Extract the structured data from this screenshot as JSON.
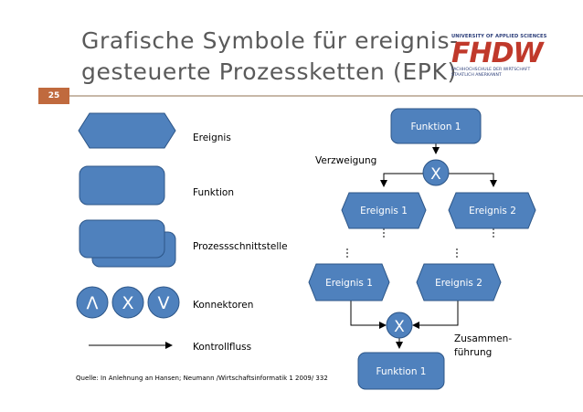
{
  "slide": {
    "title_line1": "Grafische Symbole für ereignis-",
    "title_line2": "gesteuerte Prozessketten (EPK)",
    "page_number": "25",
    "source": "Quelle: In Anlehnung an Hansen; Neumann /Wirtschaftsinformatik 1 2009/ 332"
  },
  "logo": {
    "top_text": "UNIVERSITY OF APPLIED SCIENCES",
    "mark": "FHDW",
    "sub_line1": "FACHHOCHSCHULE DER WIRTSCHAFT",
    "sub_line2": "STAATLICH ANERKANNT"
  },
  "legend": {
    "event_label": "Ereignis",
    "function_label": "Funktion",
    "interface_label": "Prozessschnittstelle",
    "connectors_label": "Konnektoren",
    "control_flow_label": "Kontrollfluss",
    "connector_and": "Λ",
    "connector_xor": "X",
    "connector_or": "V"
  },
  "diagram": {
    "function_top": "Funktion 1",
    "split_label": "Verzweigung",
    "split_connector": "X",
    "event_top_1": "Ereignis 1",
    "event_top_2": "Ereignis 2",
    "event_bottom_1": "Ereignis 1",
    "event_bottom_2": "Ereignis 2",
    "join_connector": "X",
    "join_label_1": "Zusammen-",
    "join_label_2": "führung",
    "function_bottom": "Funktion 1"
  },
  "colors": {
    "shape_fill": "#4f81bd",
    "shape_stroke": "#2c5587",
    "title_text": "#5a5a5a",
    "page_badge": "#c06a3e",
    "logo_blue": "#2d3f7a",
    "logo_red": "#c0392b"
  }
}
